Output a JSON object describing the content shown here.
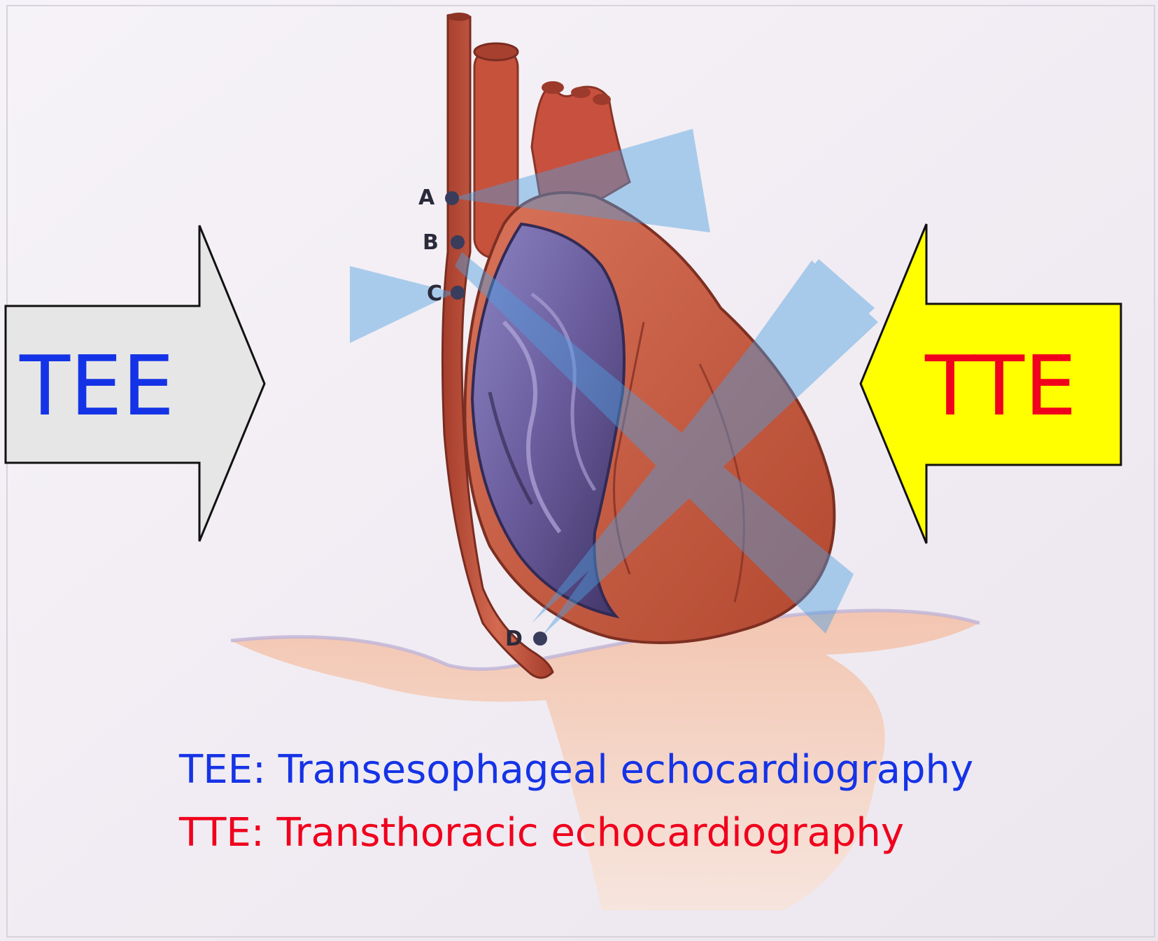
{
  "arrows": {
    "tee": {
      "label": "TEE",
      "fill": "#e6e6e6",
      "text_color": "#1533e6"
    },
    "tte": {
      "label": "TTE",
      "fill": "#ffff00",
      "text_color": "#f0001c"
    }
  },
  "probe_points": [
    "A",
    "B",
    "C",
    "D"
  ],
  "legend": {
    "tee": "TEE: Transesophageal echocardiography",
    "tte": "TTE: Transthoracic echocardiography"
  },
  "colors": {
    "background": "#f2eef4",
    "heart": "#c8503e",
    "esophagus": "#b94a36",
    "ventricle": "#6a5c9c",
    "ultrasound_beam": "#4f9fe0"
  }
}
